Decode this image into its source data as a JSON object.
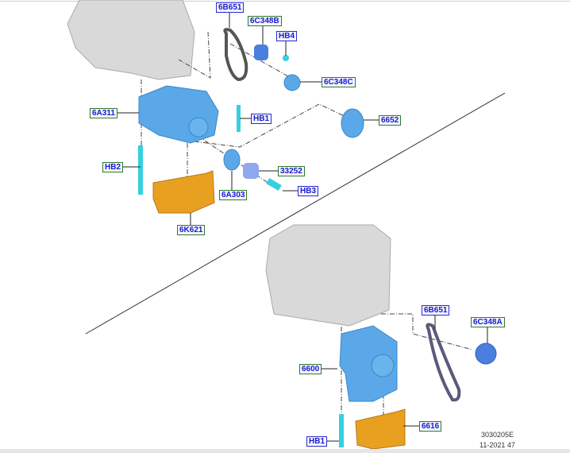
{
  "labels": {
    "belt_upper": "6B651",
    "tensioner": "6C348B",
    "hb4": "HB4",
    "sprocket_c": "6C348C",
    "housing": "6A311",
    "hb1_upper": "HB1",
    "pulley": "6652",
    "hb2": "HB2",
    "washer": "33252",
    "hb3": "HB3",
    "sprocket_6a303": "6A303",
    "cover_upper": "6K621",
    "belt_lower": "6B651",
    "sprocket_a": "6C348A",
    "oil_pump": "6600",
    "cover_lower": "6616",
    "hb1_lower": "HB1"
  },
  "footer": {
    "code": "3030205E",
    "date": "11-2021 47"
  },
  "colors": {
    "part_blue": "#5aa8e8",
    "cover_orange": "#e8a020",
    "block_gray": "#d8d8d8",
    "label_text": "#1a1acc"
  }
}
